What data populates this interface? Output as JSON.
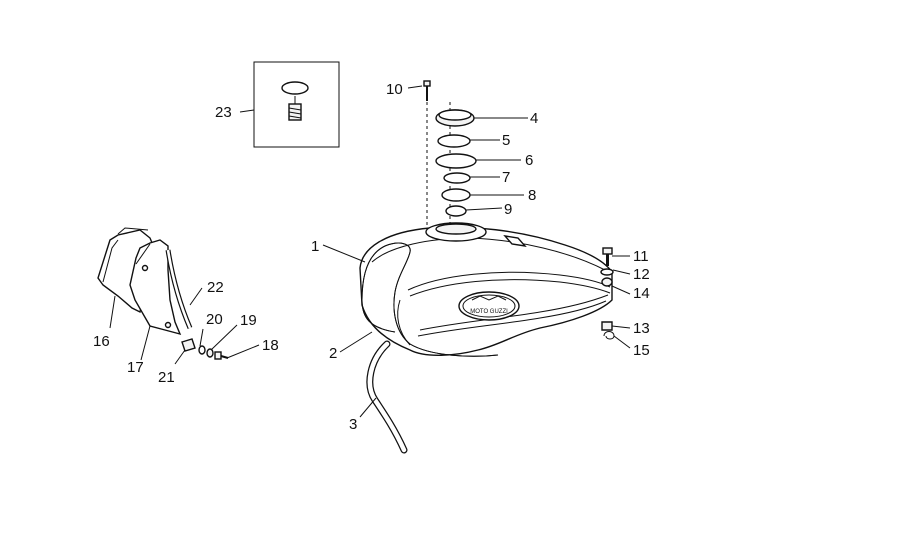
{
  "diagram": {
    "callouts": [
      {
        "id": "1",
        "text": "1"
      },
      {
        "id": "2",
        "text": "2"
      },
      {
        "id": "3",
        "text": "3"
      },
      {
        "id": "4",
        "text": "4"
      },
      {
        "id": "5",
        "text": "5"
      },
      {
        "id": "6",
        "text": "6"
      },
      {
        "id": "7",
        "text": "7"
      },
      {
        "id": "8",
        "text": "8"
      },
      {
        "id": "9",
        "text": "9"
      },
      {
        "id": "10",
        "text": "10"
      },
      {
        "id": "11",
        "text": "11"
      },
      {
        "id": "12",
        "text": "12"
      },
      {
        "id": "13",
        "text": "13"
      },
      {
        "id": "14",
        "text": "14"
      },
      {
        "id": "15",
        "text": "15"
      },
      {
        "id": "16",
        "text": "16"
      },
      {
        "id": "17",
        "text": "17"
      },
      {
        "id": "18",
        "text": "18"
      },
      {
        "id": "19",
        "text": "19"
      },
      {
        "id": "20",
        "text": "20"
      },
      {
        "id": "21",
        "text": "21"
      },
      {
        "id": "22",
        "text": "22"
      },
      {
        "id": "23",
        "text": "23"
      }
    ],
    "emblem_text": "MOTO GUZZI"
  }
}
